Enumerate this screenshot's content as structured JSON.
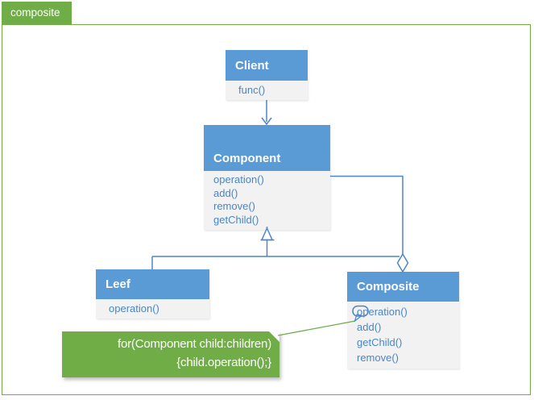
{
  "tab": {
    "label": "composite"
  },
  "palette": {
    "green": "#70ad47",
    "blue_fill": "#5b9bd5",
    "blue_line": "#4e86c5",
    "blue_text": "#4a86c5",
    "body_bg": "#f2f2f2"
  },
  "classes": {
    "client": {
      "title": "Client",
      "methods": [
        "func()"
      ]
    },
    "component": {
      "title": "Component",
      "methods": [
        "operation()",
        "add()",
        "remove()",
        "getChild()"
      ]
    },
    "leef": {
      "title": "Leef",
      "methods": [
        "operation()"
      ]
    },
    "composite": {
      "title": "Composite",
      "methods": [
        "operation()",
        "add()",
        "getChild()",
        "remove()"
      ]
    }
  },
  "note": {
    "text": "for(Component child:children){child.operation();}"
  }
}
